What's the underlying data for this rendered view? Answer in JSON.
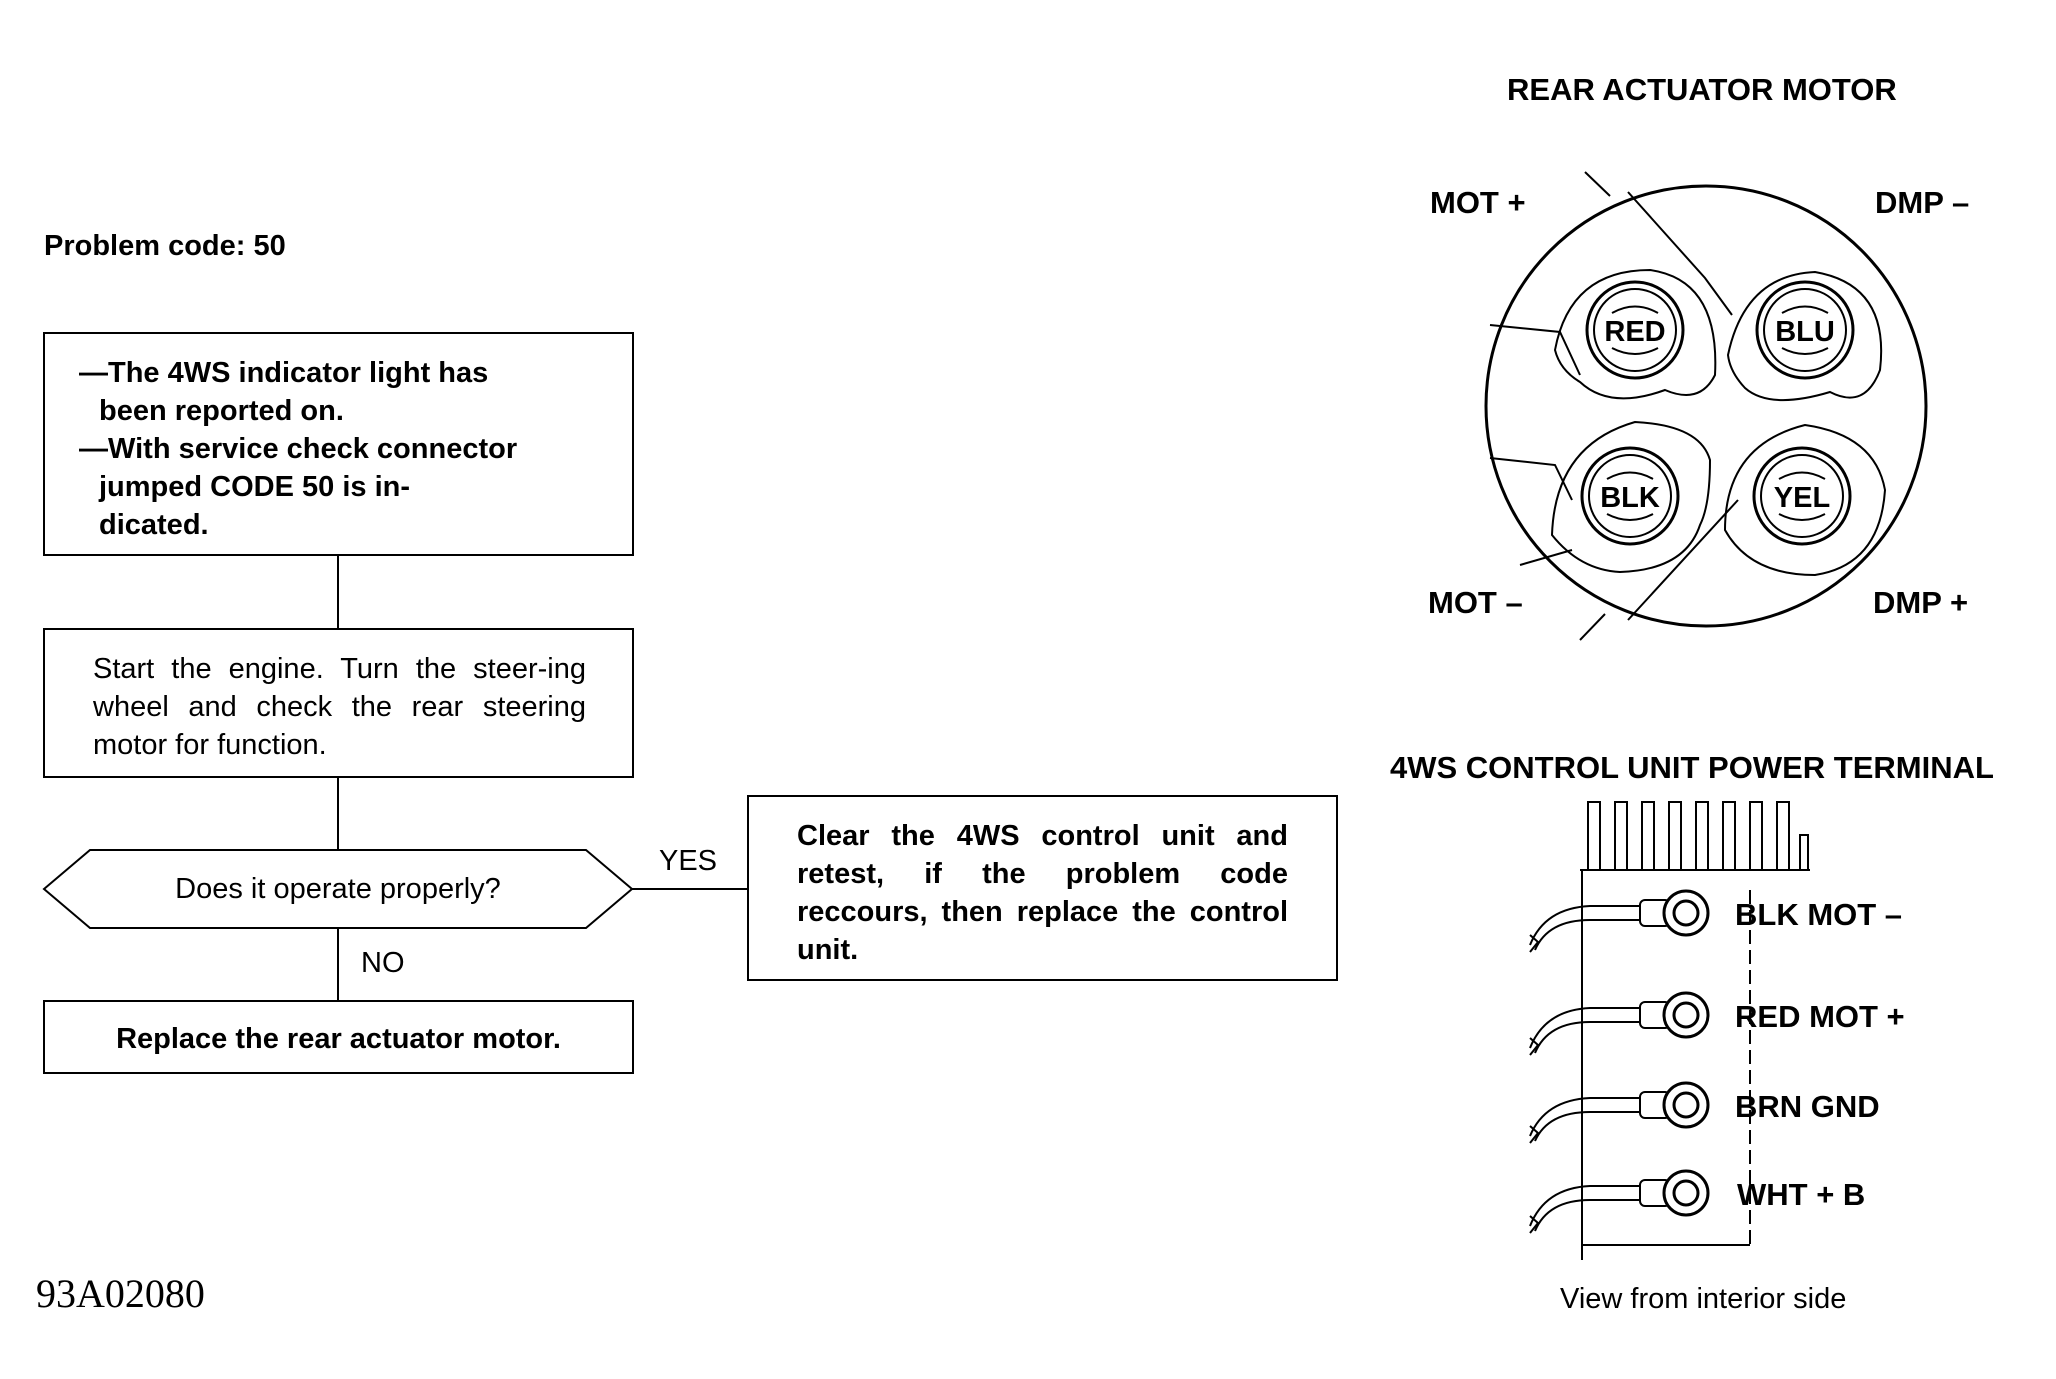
{
  "problem_code": "Problem code: 50",
  "flowchart": {
    "box1_lines": [
      "—The 4WS indicator light has",
      "been reported on.",
      "—With service check connector",
      "jumped CODE 50 is in-",
      "dicated."
    ],
    "box2_text": "Start the engine. Turn the steer-ing wheel and check the rear steering motor for function.",
    "decision": "Does it operate properly?",
    "yes_label": "YES",
    "no_label": "NO",
    "yes_action": "Clear the 4WS control unit and retest, if the problem code reccours, then replace the control unit.",
    "no_action": "Replace the rear actuator motor."
  },
  "figure_id": "93A02080",
  "actuator": {
    "title": "REAR ACTUATOR MOTOR",
    "corner_labels": {
      "top_left": "MOT +",
      "top_right": "DMP –",
      "bottom_left": "MOT –",
      "bottom_right": "DMP +"
    },
    "pins": [
      "RED",
      "BLU",
      "BLK",
      "YEL"
    ]
  },
  "control_unit": {
    "title": "4WS CONTROL UNIT POWER TERMINAL",
    "terminals": [
      "BLK MOT –",
      "RED MOT +",
      "BRN GND",
      "WHT + B"
    ],
    "caption": "View from interior side"
  }
}
